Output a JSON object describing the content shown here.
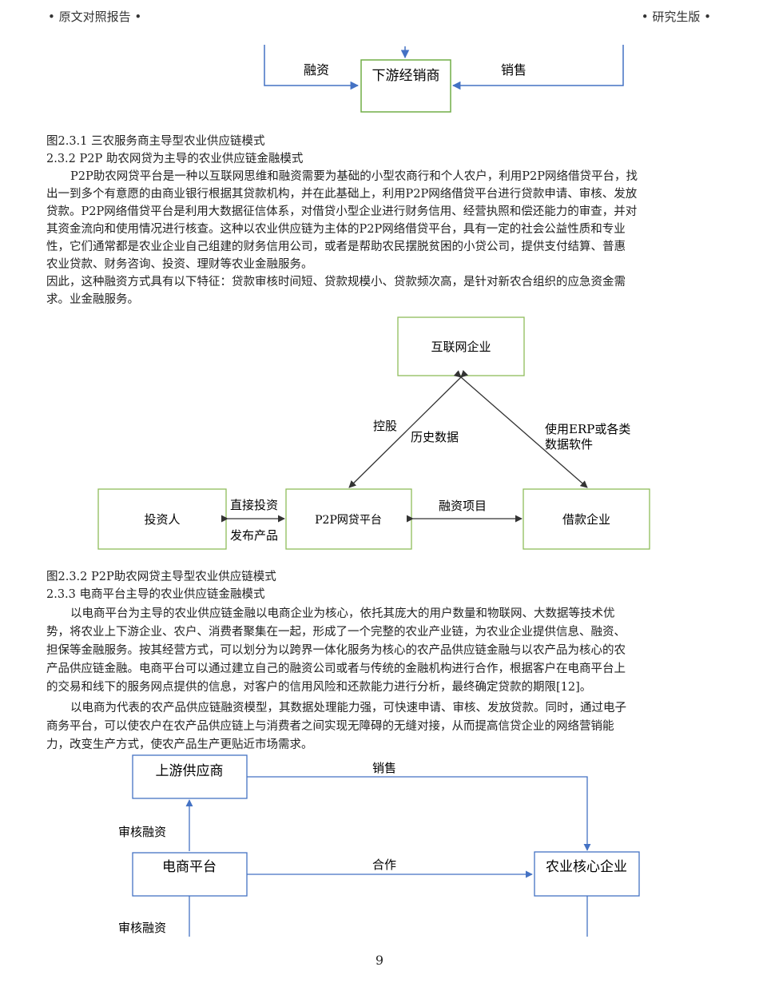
{
  "header": {
    "left": "• 原文对照报告 •",
    "right": "• 研究生版 •"
  },
  "fig_top": {
    "box": "下游经销商",
    "left_label": "融资",
    "right_label": "销售"
  },
  "caption1": "图2.3.1 三农服务商主导型农业供应链模式",
  "section2": "2.3.2 P2P 助农网贷为主导的农业供应链金融模式",
  "para2": [
    "P2P助农网贷平台是一种以互联网思维和融资需要为基础的小型农商行和个人农户，利用P2P网络借贷平台，找",
    "出一到多个有意愿的由商业银行根据其贷款机构，并在此基础上，利用P2P网络借贷平台进行贷款申请、审核、发放",
    "贷款。P2P网络借贷平台是利用大数据征信体系，对借贷小型企业进行财务信用、经营执照和偿还能力的审查，并对",
    "其资金流向和使用情况进行核查。这种以农业供应链为主体的P2P网络借贷平台，具有一定的社会公益性质和专业",
    "性，它们通常都是农业企业自己组建的财务信用公司，或者是帮助农民摆脱贫困的小贷公司，提供支付结算、普惠",
    "农业贷款、财务咨询、投资、理财等农业金融服务。"
  ],
  "para3": [
    "因此，这种融资方式具有以下特征：贷款审核时间短、贷款规模小、贷款频次高，是针对新农合组织的应急资金需",
    "求。业金融服务。"
  ],
  "fig2": {
    "internet": "互联网企业",
    "investor": "投资人",
    "p2p": "P2P网贷平台",
    "borrower": "借款企业",
    "control": "控股",
    "history": "历史数据",
    "erp1": "使用ERP或各类",
    "erp2": "数据软件",
    "direct": "直接投资",
    "publish": "发布产品",
    "financing": "融资项目"
  },
  "caption2": "图2.3.2 P2P助农网贷主导型农业供应链模式",
  "section3": "2.3.3 电商平台主导的农业供应链金融模式",
  "para4": [
    "以电商平台为主导的农业供应链金融以电商企业为核心，依托其庞大的用户数量和物联网、大数据等技术优",
    "势，将农业上下游企业、农户、消费者聚集在一起，形成了一个完整的农业产业链，为农业企业提供信息、融资、",
    "担保等金融服务。按其经营方式，可以划分为以跨界一体化服务为核心的农产品供应链金融与以农产品为核心的农",
    "产品供应链金融。电商平台可以通过建立自己的融资公司或者与传统的金融机构进行合作，根据客户在电商平台上",
    "的交易和线下的服务网点提供的信息，对客户的信用风险和还款能力进行分析，最终确定贷款的期限[12]。"
  ],
  "para5": [
    "以电商为代表的农产品供应链融资模型，其数据处理能力强，可快速申请、审核、发放贷款。同时，通过电子",
    "商务平台，可以使农户在农产品供应链上与消费者之间实现无障碍的无缝对接，从而提高信贷企业的网络营销能",
    "力，改变生产方式，使农产品生产更贴近市场需求。"
  ],
  "fig3": {
    "upstream": "上游供应商",
    "ecommerce": "电商平台",
    "core": "农业核心企业",
    "sales": "销售",
    "cooperation": "合作",
    "audit1": "审核融资",
    "audit2": "审核融资"
  },
  "page_number": "9"
}
